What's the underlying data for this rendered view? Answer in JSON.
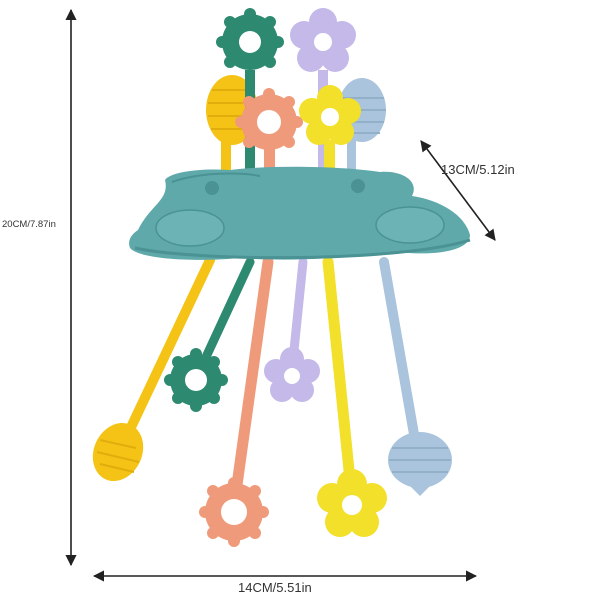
{
  "dimensions": {
    "height": "20CM/7.87in",
    "depth": "13CM/5.12in",
    "width": "14CM/5.51in"
  },
  "colors": {
    "base": "#5fa9ab",
    "base_dark": "#4a9294",
    "yellow": "#f5c316",
    "bright_yellow": "#f3e02a",
    "green": "#2d8a70",
    "peach": "#f09a7c",
    "lavender": "#c4b9e9",
    "light_blue": "#a9c4dc",
    "arrow": "#222222"
  },
  "icons": [
    "arrow-vertical-icon",
    "arrow-horizontal-icon",
    "arrow-diagonal-icon"
  ]
}
